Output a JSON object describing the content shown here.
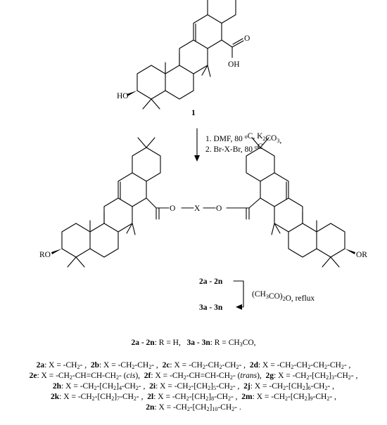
{
  "compound_1": {
    "label": "1",
    "hydroxyl": "HO",
    "acid": "OH",
    "acid_o": "O"
  },
  "step1": {
    "line1": "1. DMF,  80 °C,  K2CO3,",
    "line2": "2. Br-X-Br, 80 °C"
  },
  "dimer": {
    "left_r": "RO",
    "right_r": "OR",
    "linker_x": "X",
    "ester_o": "O",
    "label_2": "2a - 2n",
    "label_3": "3a - 3n"
  },
  "step2": {
    "reagent": "(CH3CO)2O, reflux"
  },
  "r_definition": {
    "left_range": "2a - 2n",
    "left_text": ": R = H,",
    "right_range": "3a - 3n",
    "right_text": ": R = CH3CO,"
  },
  "x_definitions": [
    [
      {
        "id": "2a",
        "text": ": X = -CH2- ,"
      },
      {
        "id": "2b",
        "text": ": X = -CH2-CH2- ,"
      },
      {
        "id": "2c",
        "text": ": X = -CH2-CH2-CH2- ,"
      },
      {
        "id": "2d",
        "text": ": X = -CH2-CH2-CH2-CH2- ,"
      }
    ],
    [
      {
        "id": "2e",
        "text": ": X = -CH2-CH=CH-CH2- (cis),"
      },
      {
        "id": "2f",
        "text": ": X = -CH2-CH=CH-CH2- (trans),"
      },
      {
        "id": "2g",
        "text": ": X = -CH2-[CH2]3-CH2- ,"
      }
    ],
    [
      {
        "id": "2h",
        "text": ": X = -CH2-[CH2]4-CH2- ,"
      },
      {
        "id": "2i",
        "text": ": X = -CH2-[CH2]5-CH2- ,"
      },
      {
        "id": "2j",
        "text": ": X = -CH2-[CH2]6-CH2- ,"
      }
    ],
    [
      {
        "id": "2k",
        "text": ": X = -CH2-[CH2]7-CH2- ,"
      },
      {
        "id": "2l",
        "text": ": X = -CH2-[CH2]8-CH2- ,"
      },
      {
        "id": "2m",
        "text": ": X = -CH2-[CH2]9-CH2- ,"
      }
    ],
    [
      {
        "id": "2n",
        "text": ": X = -CH2-[CH2]10-CH2- ."
      }
    ]
  ]
}
